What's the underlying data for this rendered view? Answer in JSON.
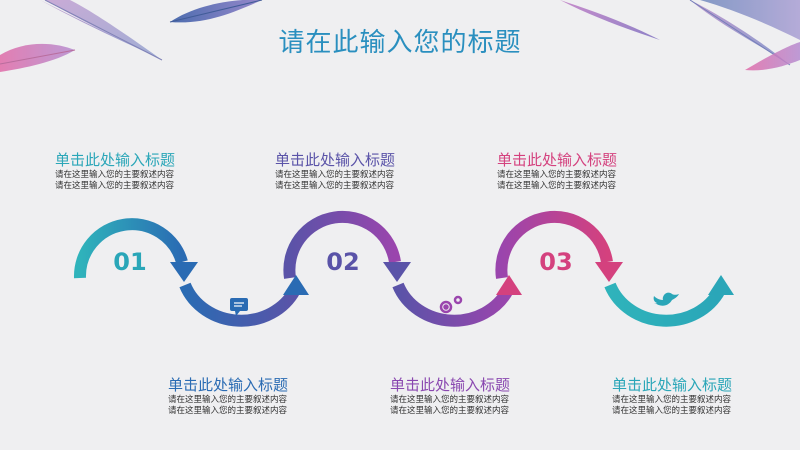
{
  "title": "请在此输入您的标题",
  "colors": {
    "teal": "#2aa6b8",
    "blue": "#2a6bb3",
    "indigo": "#5a53a8",
    "purple": "#8a48b0",
    "magenta": "#d4417e",
    "pink": "#e05c9a",
    "title": "#2a8fbf"
  },
  "steps": [
    {
      "number": "01",
      "heading": "单击此处输入标题",
      "line1": "请在这里输入您的主要叙述内容",
      "line2": "请在这里输入您的主要叙述内容",
      "icon": "chat-bubble-icon"
    },
    {
      "number": "02",
      "heading": "单击此处输入标题",
      "line1": "请在这里输入您的主要叙述内容",
      "line2": "请在这里输入您的主要叙述内容",
      "icon": "gears-icon"
    },
    {
      "number": "03",
      "heading": "单击此处输入标题",
      "line1": "请在这里输入您的主要叙述内容",
      "line2": "请在这里输入您的主要叙述内容",
      "icon": "twitter-bird-icon"
    }
  ],
  "bottom": [
    {
      "heading": "单击此处输入标题",
      "line1": "请在这里输入您的主要叙述内容",
      "line2": "请在这里输入您的主要叙述内容"
    },
    {
      "heading": "单击此处输入标题",
      "line1": "请在这里输入您的主要叙述内容",
      "line2": "请在这里输入您的主要叙述内容"
    },
    {
      "heading": "单击此处输入标题",
      "line1": "请在这里输入您的主要叙述内容",
      "line2": "请在这里输入您的主要叙述内容"
    }
  ]
}
